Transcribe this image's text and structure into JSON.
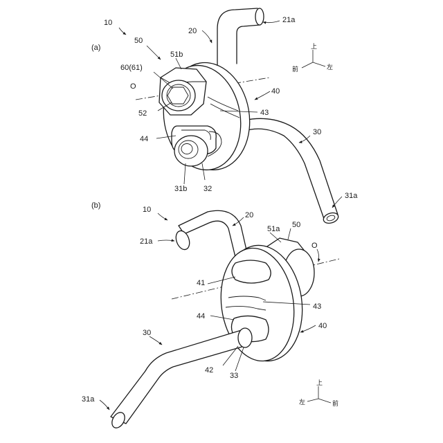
{
  "view_a": {
    "title": "(a)",
    "labels": {
      "assembly": "10",
      "pipe_upper": "20",
      "pipe_upper_end": "21a",
      "bolt_unit": "50",
      "bolt_head": "51b",
      "bolt": "60(61)",
      "axis": "O",
      "mount_body": "40",
      "washer": "52",
      "slit": "43",
      "pipe_lower": "30",
      "slot": "44",
      "pipe_lower_end": "31a",
      "pipe_lower_tip": "31b",
      "collar": "32"
    },
    "directions": {
      "up": "上",
      "front": "前",
      "left": "左"
    }
  },
  "view_b": {
    "title": "(b)",
    "labels": {
      "assembly": "10",
      "pipe_upper": "20",
      "pipe_upper_end": "21a",
      "bolt_head": "51a",
      "bolt_unit": "50",
      "axis": "O",
      "hole_upper": "41",
      "slit": "43",
      "slot": "44",
      "mount_body": "40",
      "pipe_lower": "30",
      "hole_lower": "42",
      "collar": "33",
      "pipe_lower_end": "31a"
    },
    "directions": {
      "up": "上",
      "left": "左",
      "front": "前"
    }
  }
}
